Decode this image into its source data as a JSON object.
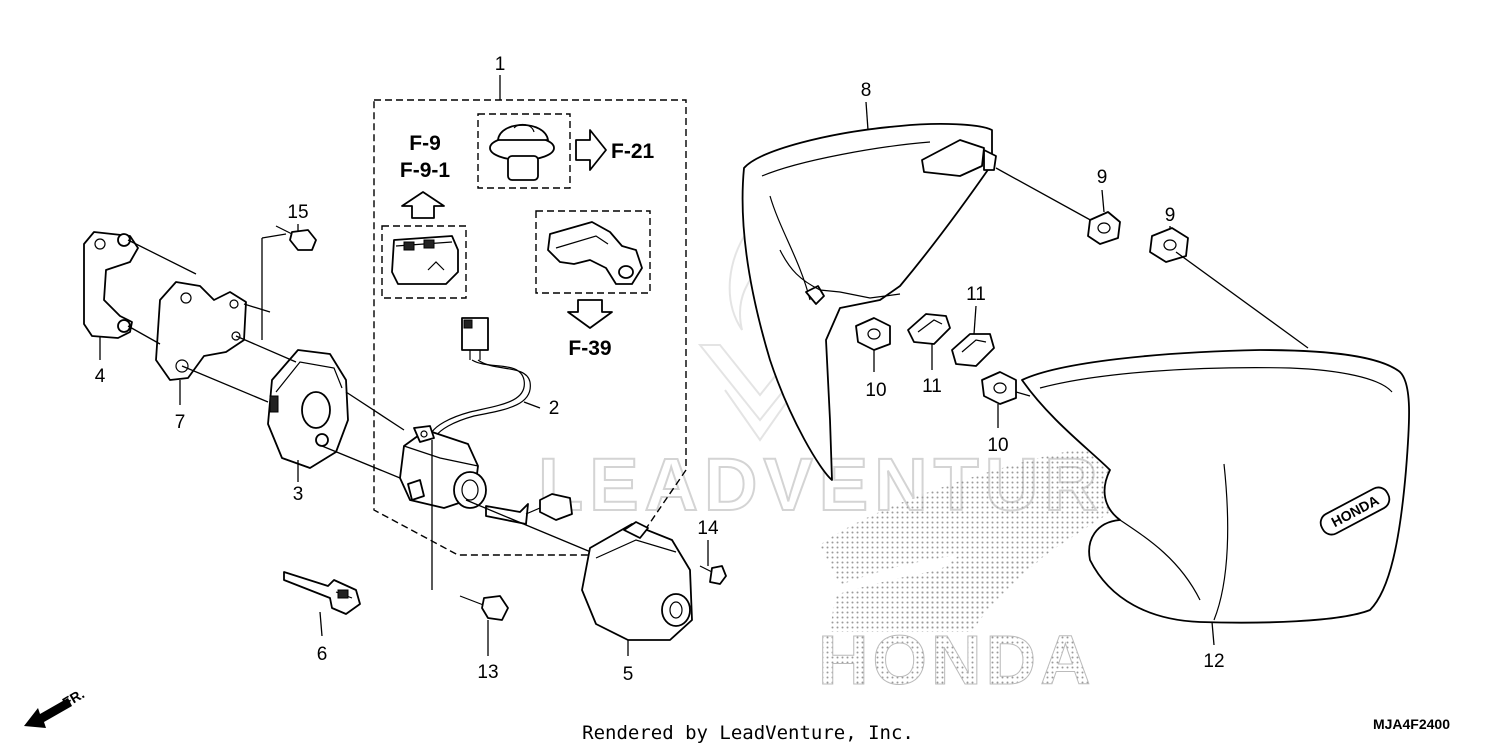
{
  "watermark": {
    "text": "LEADVENTURE",
    "brand_text": "HONDA"
  },
  "ref_labels": {
    "f9": "F-9",
    "f9_1": "F-9-1",
    "f21": "F-21",
    "f39": "F-39"
  },
  "callouts": [
    {
      "id": "c1",
      "label": "1"
    },
    {
      "id": "c2",
      "label": "2"
    },
    {
      "id": "c3",
      "label": "3"
    },
    {
      "id": "c4",
      "label": "4"
    },
    {
      "id": "c5",
      "label": "5"
    },
    {
      "id": "c6",
      "label": "6"
    },
    {
      "id": "c7",
      "label": "7"
    },
    {
      "id": "c8",
      "label": "8"
    },
    {
      "id": "c9a",
      "label": "9"
    },
    {
      "id": "c9b",
      "label": "9"
    },
    {
      "id": "c10a",
      "label": "10"
    },
    {
      "id": "c10b",
      "label": "10"
    },
    {
      "id": "c11a",
      "label": "11"
    },
    {
      "id": "c11b",
      "label": "11"
    },
    {
      "id": "c12",
      "label": "12"
    },
    {
      "id": "c13",
      "label": "13"
    },
    {
      "id": "c14",
      "label": "14"
    },
    {
      "id": "c15",
      "label": "15"
    }
  ],
  "front_indicator": "FR.",
  "footer": {
    "rendered_by": "Rendered by LeadVenture, Inc.",
    "diagram_code": "MJA4F2400"
  }
}
